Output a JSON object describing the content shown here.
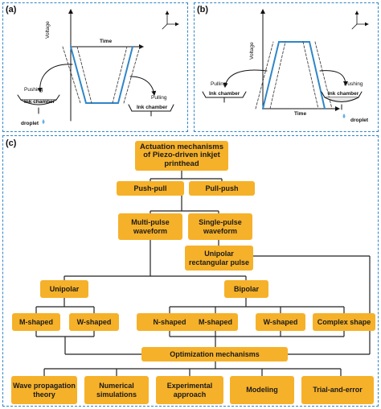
{
  "panel_a": {
    "label": "(a)",
    "axis_y": "Voltage",
    "axis_x": "Time",
    "pushing": "Pushing",
    "pulling": "Pulling",
    "ink_chamber_left": "Ink chamber",
    "ink_chamber_right": "Ink chamber",
    "droplet": "droplet"
  },
  "panel_b": {
    "label": "(b)",
    "axis_y": "Voltage",
    "axis_x": "Time",
    "pulling": "Pulling",
    "pushing": "Pushing",
    "ink_chamber_left": "Ink chamber",
    "ink_chamber_right": "Ink chamber",
    "droplet": "droplet"
  },
  "panel_c": {
    "label": "(c)",
    "title": "Actuation mechanisms of Piezo-driven inkjet printhead",
    "push_pull": "Push-pull",
    "pull_push": "Pull-push",
    "multi_pulse": "Multi-pulse waveform",
    "single_pulse": "Single-pulse waveform",
    "unipolar_rect": "Unipolar rectangular pulse",
    "unipolar": "Unipolar",
    "bipolar": "Bipolar",
    "m_shaped_1": "M-shaped",
    "w_shaped_1": "W-shaped",
    "n_shaped": "N-shaped",
    "m_shaped_2": "M-shaped",
    "w_shaped_2": "W-shaped",
    "complex": "Complex shape",
    "optimization": "Optimization mechanisms",
    "wave": "Wave propagation theory",
    "numerical": "Numerical simulations",
    "experimental": "Experimental approach",
    "modeling": "Modeling",
    "trial": "Trial-and-error"
  },
  "colors": {
    "box": "#f6b12a",
    "border": "#2f86c8",
    "wave": "#2f86c8"
  }
}
